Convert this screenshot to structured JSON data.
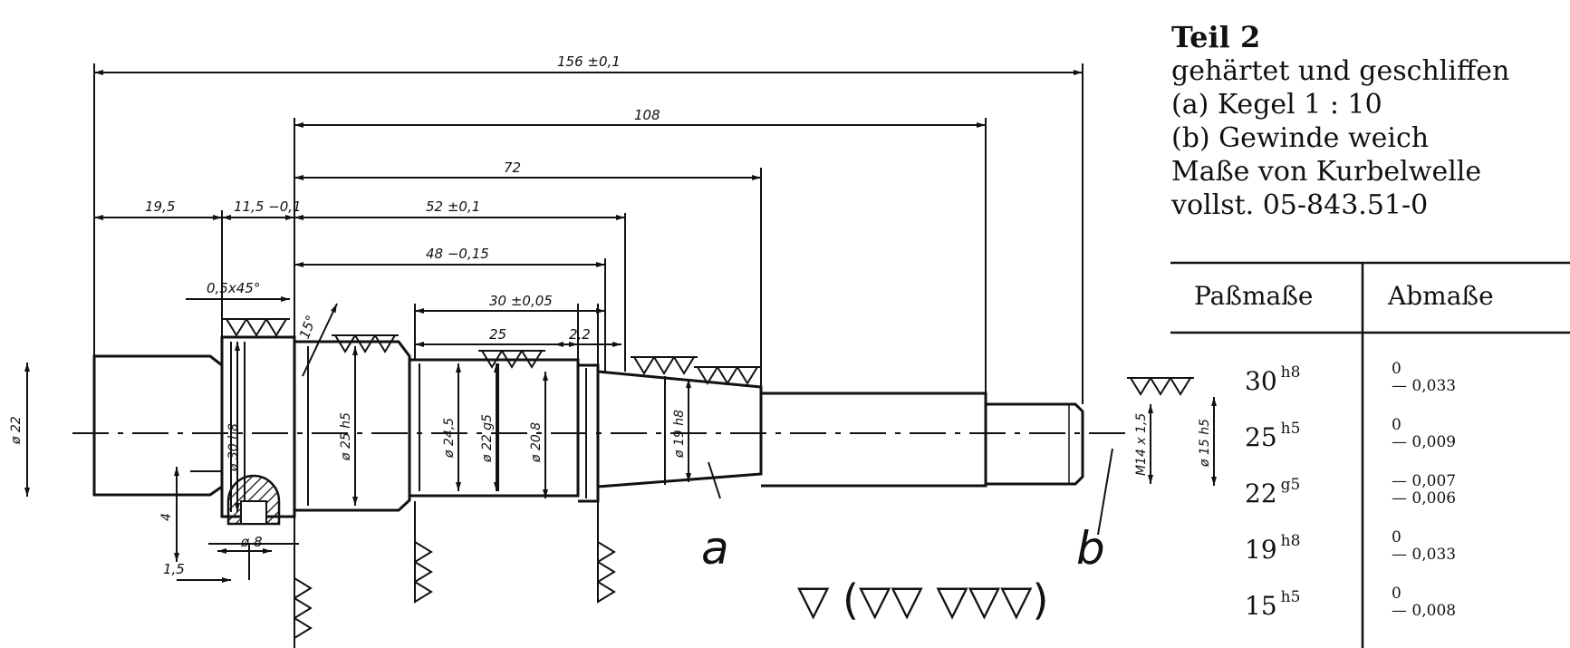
{
  "notes": {
    "title": "Teil 2",
    "lines": [
      "gehärtet und geschliffen",
      "(a)  Kegel 1 : 10",
      "(b)  Gewinde weich",
      "Maße von Kurbelwelle",
      "vollst. 05-843.51-0"
    ]
  },
  "table": {
    "headers": [
      "Paßmaße",
      "Abmaße"
    ],
    "rows": [
      {
        "nominal": "30",
        "tol": "h8",
        "upper": "0",
        "lower": "— 0,033"
      },
      {
        "nominal": "25",
        "tol": "h5",
        "upper": "0",
        "lower": "— 0,009"
      },
      {
        "nominal": "22",
        "tol": "g5",
        "upper": "— 0,007",
        "lower": "— 0,006"
      },
      {
        "nominal": "19",
        "tol": "h8",
        "upper": "0",
        "lower": "— 0,033"
      },
      {
        "nominal": "15",
        "tol": "h5",
        "upper": "0",
        "lower": "— 0,008"
      }
    ]
  },
  "dims": {
    "d156": "156 ±0,1",
    "d108": "108",
    "d72": "72",
    "d52": "52 ±0,1",
    "d48": "48 −0,15",
    "d30": "30 ±0,05",
    "d25": "25",
    "d22_2": "2,2",
    "d19_5": "19,5",
    "d11_5": "11,5 −0,1",
    "chamfer": "0,5x45°",
    "angle": "15°",
    "dia22": "ø 22",
    "dia30": "ø 30 h8",
    "dia25": "ø 25 h5",
    "dia24_5": "ø 24,5",
    "dia22g5": "ø 22 g5",
    "dia20_8": "ø 20,8",
    "dia19": "ø 19 h8",
    "thread": "M14 x 1,5",
    "dia15": "ø 15 h5",
    "dia8": "ø 8",
    "d4": "4",
    "d1_5": "1,5"
  },
  "labels": {
    "a": "a",
    "b": "b"
  },
  "surface_legend": "▽ (▽▽  ▽▽▽)"
}
